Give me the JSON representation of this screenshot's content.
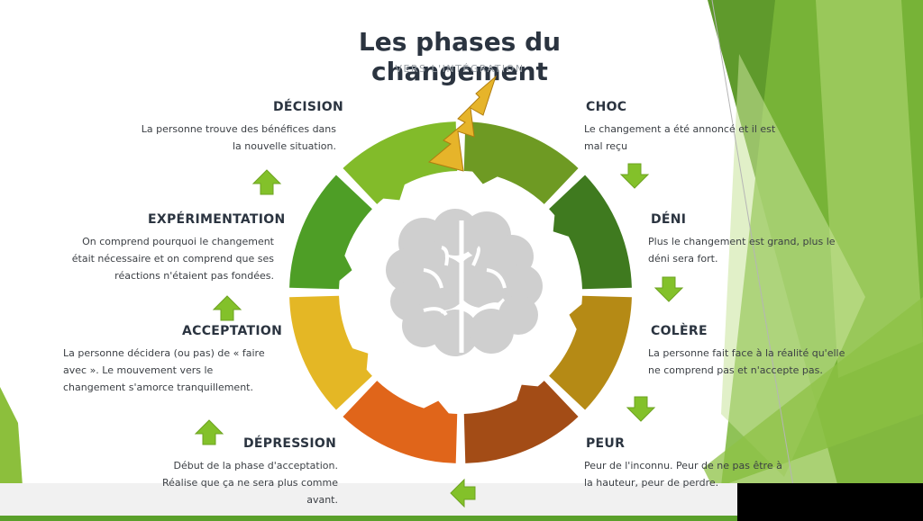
{
  "title": "Les phases du changement",
  "subtitle": "VERS L'INTÉGRATION",
  "colors": {
    "title": "#2b3440",
    "choc": "#6e9a23",
    "deni": "#3f7a1f",
    "colere": "#b58a15",
    "peur": "#a34c16",
    "depression": "#e0651a",
    "acceptation": "#e4b725",
    "experimentation": "#4e9e26",
    "decision": "#82bb2a",
    "arrow": "#83c12a",
    "brain": "#cfcfcf",
    "lightning": "#e6b42a"
  },
  "phases": {
    "choc": {
      "title": "CHOC",
      "text": [
        "Le changement a été annoncé et il est",
        "mal reçu"
      ]
    },
    "deni": {
      "title": "DÉNI",
      "text": [
        "Plus le changement est grand, plus le",
        "déni sera fort."
      ]
    },
    "colere": {
      "title": "COLÈRE",
      "text": [
        "La personne fait face à la réalité qu'elle",
        "ne comprend pas et n'accepte pas."
      ]
    },
    "peur": {
      "title": "PEUR",
      "text": [
        "Peur de l'inconnu. Peur de ne pas être à",
        "la hauteur, peur de perdre."
      ]
    },
    "depression": {
      "title": "DÉPRESSION",
      "text": [
        "Début de la phase d'acceptation.",
        "Réalise que ça ne sera plus comme",
        "avant."
      ]
    },
    "acceptation": {
      "title": "ACCEPTATION",
      "text": [
        "La personne décidera (ou pas) de « faire",
        "avec ». Le mouvement vers le",
        "changement s'amorce tranquillement."
      ]
    },
    "experimentation": {
      "title": "EXPÉRIMENTATION",
      "text": [
        "On comprend pourquoi le changement",
        "était nécessaire et on comprend que ses",
        "réactions n'étaient pas fondées."
      ]
    },
    "decision": {
      "title": "DÉCISION",
      "text": [
        "La personne trouve des bénéfices dans",
        "la nouvelle situation."
      ]
    }
  }
}
